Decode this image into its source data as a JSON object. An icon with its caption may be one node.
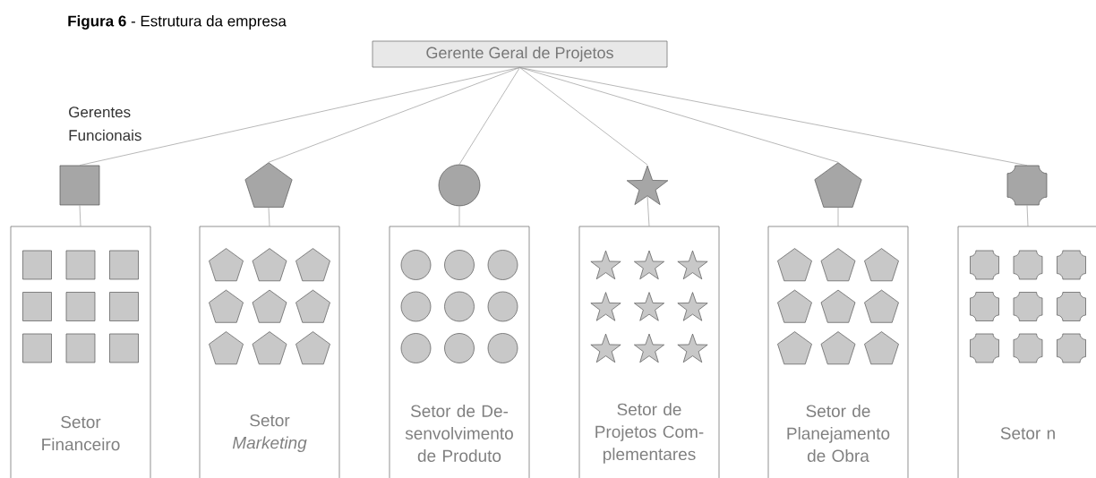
{
  "diagram": {
    "title": "**Figura 6** - Estrutura da empresa",
    "nodes": [
      {
        "text": [
          "Gerente Geral de Projetos"
        ]
      },
      {
        "text": [],
        "shape": "box"
      },
      {
        "text": [],
        "shape": "pentagon"
      },
      {
        "text": [],
        "shape": "circle"
      },
      {
        "text": [],
        "shape": "star"
      },
      {
        "text": [],
        "shape": "pentagon"
      },
      {
        "text": [],
        "shape": "octagon"
      },
      {
        "text": [
          "Setor Financeiro"
        ]
      },
      {
        "text": [
          "Setor *Marketing*"
        ]
      },
      {
        "text": [
          "Setor de De- senvolvimento de Produto"
        ]
      },
      {
        "text": [
          "Setor de Projetos Com- plementares"
        ]
      },
      {
        "text": [
          "Setor de Planejamento de Obra"
        ]
      },
      {
        "text": [
          "Setor n"
        ]
      }
    ],
    "edges": [
      {
        "from": 0,
        "to": 1,
        "arrow": "none"
      },
      {
        "from": 0,
        "to": 2,
        "arrow": "none"
      },
      {
        "from": 0,
        "to": 3,
        "arrow": "none"
      },
      {
        "from": 0,
        "to": 4,
        "arrow": "none"
      },
      {
        "from": 0,
        "to": 5,
        "arrow": "none"
      },
      {
        "from": 0,
        "to": 6,
        "arrow": "none"
      },
      {
        "from": 1,
        "to": 7,
        "arrow": "none"
      },
      {
        "from": 2,
        "to": 8,
        "arrow": "none"
      },
      {
        "from": 3,
        "to": 9,
        "arrow": "none"
      },
      {
        "from": 4,
        "to": 10,
        "arrow": "none"
      },
      {
        "from": 5,
        "to": 11,
        "arrow": "none"
      },
      {
        "from": 6,
        "to": 12,
        "arrow": "none"
      }
    ],
    "labels": [
      "Gerentes Funcionais"
    ]
  }
}
